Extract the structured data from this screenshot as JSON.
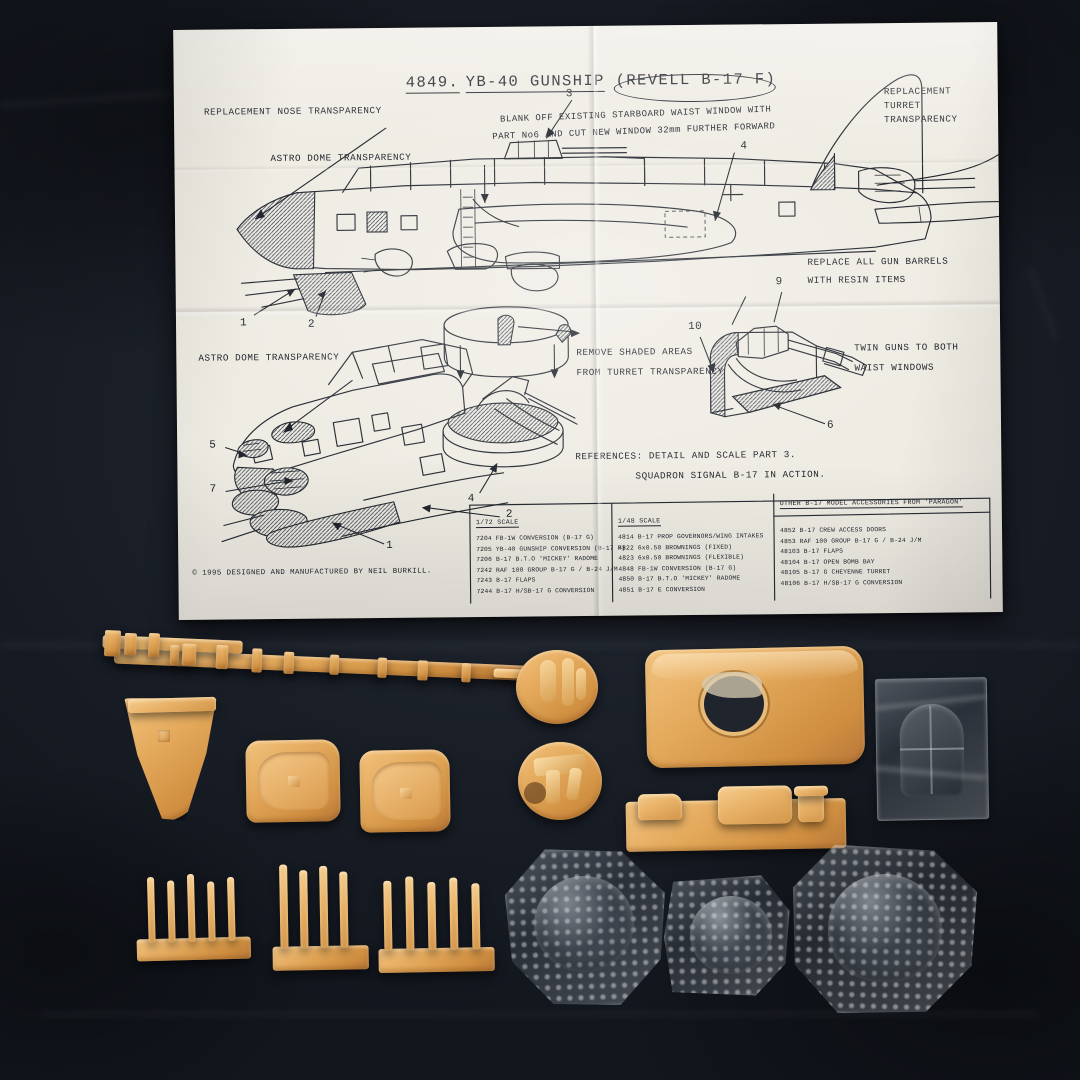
{
  "scene": {
    "description": "Photo of a resin aircraft conversion kit: a folded printed instruction sheet above, loose tan resin parts and clear vacuform canopies below, on dark navy cloth",
    "background_color": "#161a22",
    "resin_color": "#e3a85a",
    "paper_color": "#efece4",
    "ink_color": "#20242c"
  },
  "sheet": {
    "title": {
      "kit_number": "4849.",
      "kit_name": "YB-40 GUNSHIP",
      "base_kit": "(REVELL B-17 F)"
    },
    "callouts": {
      "nose_transparency": "REPLACEMENT NOSE TRANSPARENCY",
      "astro_dome_top": "ASTRO DOME TRANSPARENCY",
      "waist_window_l1": "BLANK OFF EXISTING STARBOARD WAIST WINDOW WITH",
      "waist_window_l2": "PART No6 AND CUT NEW WINDOW 32mm FURTHER FORWARD",
      "turret_transparency_l1": "REPLACEMENT",
      "turret_transparency_l2": "TURRET",
      "turret_transparency_l3": "TRANSPARENCY",
      "gun_barrels_l1": "REPLACE ALL GUN BARRELS",
      "gun_barrels_l2": "WITH RESIN ITEMS",
      "remove_shaded_l1": "REMOVE SHADED AREAS",
      "remove_shaded_l2": "FROM TURRET TRANSPARENCY",
      "twin_guns_l1": "TWIN GUNS TO BOTH",
      "twin_guns_l2": "WAIST WINDOWS",
      "astro_dome_lower": "ASTRO DOME TRANSPARENCY"
    },
    "part_numbers": {
      "sideview": [
        "1",
        "2",
        "3",
        "4"
      ],
      "turret_detail": [
        "4"
      ],
      "waist_detail": [
        "9",
        "10",
        "6"
      ],
      "nose_detail": [
        "5",
        "7",
        "1",
        "2"
      ]
    },
    "references": {
      "line1": "REFERENCES: DETAIL AND SCALE PART 3.",
      "line2": "SQUADRON SIGNAL B-17 IN ACTION."
    },
    "copyright": "© 1995 DESIGNED AND MANUFACTURED BY NEIL BURKILL.",
    "catalog": {
      "col1_header": "1/72 SCALE",
      "col1_items": [
        "7204 FB-1W CONVERSION (B-17 G)",
        "7205 YB-40 GUNSHIP CONVERSION (B-17 F)",
        "7206 B-17 B.T.O 'MICKEY' RADOME",
        "7242 RAF 100 GROUP B-17 G / B-24 J/M",
        "7243 B-17 FLAPS",
        "7244 B-17 H/SB-17 G CONVERSION"
      ],
      "col2_header": "1/48 SCALE",
      "col2_items": [
        "4814 B-17 PROP GOVERNORS/WING INTAKES",
        "4822 6x0.50 BROWNINGS (FIXED)",
        "4823 6x0.50 BROWNINGS (FLEXIBLE)",
        "4848 FB-1W CONVERSION (B-17 G)",
        "4850 B-17 B.T.O 'MICKEY' RADOME",
        "4851 B-17 E CONVERSION"
      ],
      "col3_header": "OTHER B-17 MODEL ACCESSORIES FROM 'PARAGON'",
      "col3_items": [
        "4852 B-17 CREW ACCESS DOORS",
        "4853 RAF 100 GROUP B-17 G / B-24 J/M",
        "48103 B-17 FLAPS",
        "48104 B-17 OPEN BOMB BAY",
        "48105 B-17 G CHEYENNE TURRET",
        "48106 B-17 H/SB-17 G CONVERSION"
      ]
    }
  },
  "parts": [
    {
      "id": "gun-barrel-sprue",
      "label": "resin gun barrel sprue strip",
      "material": "resin"
    },
    {
      "id": "nose-cone",
      "label": "nose cone / chin fairing",
      "material": "resin"
    },
    {
      "id": "cheek-blister-left",
      "label": "cheek gun blister left",
      "material": "resin"
    },
    {
      "id": "cheek-blister-right",
      "label": "cheek gun blister right",
      "material": "resin"
    },
    {
      "id": "turret-base-disc",
      "label": "turret base disc",
      "material": "resin"
    },
    {
      "id": "turret-interior-disc",
      "label": "turret interior disc",
      "material": "resin"
    },
    {
      "id": "fuselage-waist-section",
      "label": "fuselage waist section",
      "material": "resin"
    },
    {
      "id": "waist-gun-mount-block",
      "label": "waist gun mount block",
      "material": "resin"
    },
    {
      "id": "bagged-canopy",
      "label": "bagged clear canopy",
      "material": "clear"
    },
    {
      "id": "gun-rack-small",
      "label": "small gun barrel rack",
      "material": "resin"
    },
    {
      "id": "gun-rack-medium",
      "label": "medium gun barrel rack",
      "material": "resin"
    },
    {
      "id": "gun-rack-large",
      "label": "large gun barrel rack",
      "material": "resin"
    },
    {
      "id": "vacuform-dome-left",
      "label": "vacuform astro dome left",
      "material": "clear"
    },
    {
      "id": "vacuform-dome-centre",
      "label": "vacuform astro dome centre",
      "material": "clear"
    },
    {
      "id": "vacuform-turret-right",
      "label": "vacuform turret transparency",
      "material": "clear"
    }
  ]
}
